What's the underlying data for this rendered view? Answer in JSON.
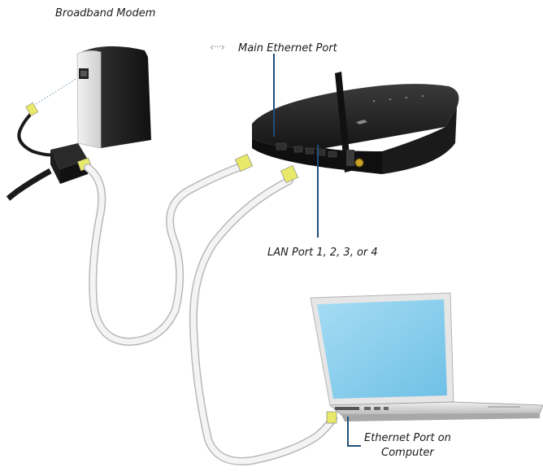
{
  "labels": {
    "modem": "Broadband Modem",
    "main_port": "Main Ethernet Port",
    "main_port_icon": "‹···›",
    "lan_port": "LAN Port 1, 2, 3, or 4",
    "computer_line1": "Ethernet Port on",
    "computer_line2": "Computer"
  },
  "colors": {
    "callout_line": "#1f4e79",
    "device_body": "#1c1c1c",
    "cable": "#f4f4f4",
    "cable_outline": "#b8b8b8",
    "screen": "#8fd0ee",
    "laptop_shell": "#dcdcdc",
    "connector": "#e8e86a"
  }
}
